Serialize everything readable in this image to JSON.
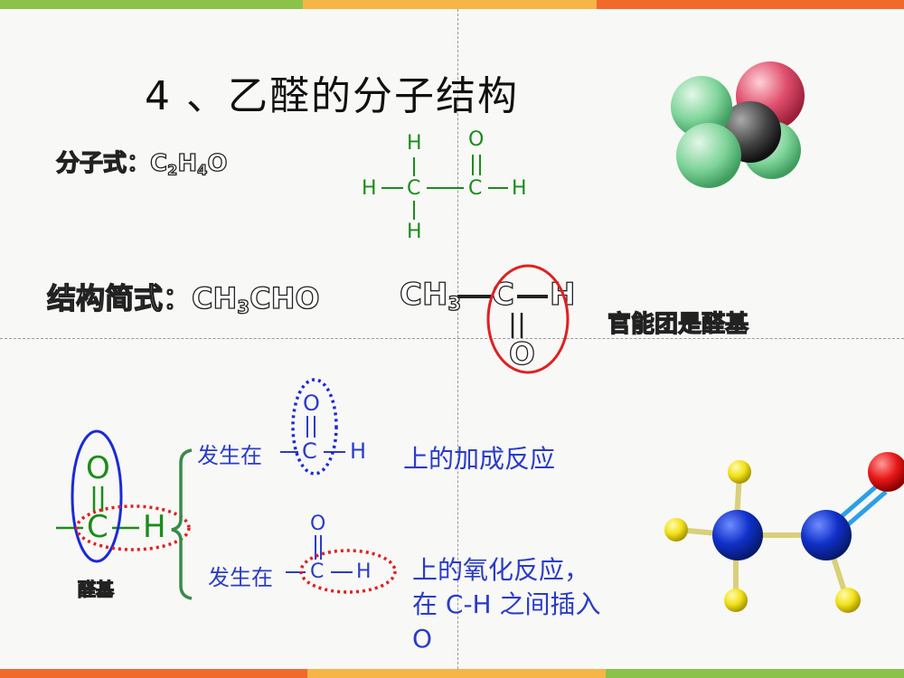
{
  "title": "4 、乙醛的分子结构",
  "molecular_formula": {
    "label": "分子式：",
    "parts": [
      "C",
      "2",
      "H",
      "4",
      "O"
    ]
  },
  "structural_formula": {
    "h_top": "H",
    "o_top": "O",
    "h_left": "H",
    "c1": "C",
    "c2": "C",
    "h_right": "H",
    "h_bottom": "H"
  },
  "condensed": {
    "label": "结构简式：",
    "formula_parts": [
      "CH",
      "3",
      "CHO"
    ],
    "display_parts": [
      "CH",
      "3",
      "C",
      "H",
      "O"
    ]
  },
  "functional_group_note": "官能团是醛基",
  "aldehyde_group": {
    "o": "O",
    "c": "C",
    "h": "H",
    "name": "醛基"
  },
  "reaction_add": {
    "prefix": "发生在",
    "o": "O",
    "c": "C",
    "h": "H",
    "text": "上的加成反应"
  },
  "reaction_ox": {
    "prefix": "发生在",
    "o": "O",
    "c": "C",
    "h": "H",
    "text_lines": [
      "上的氧化反应，",
      "在 C-H 之间插入",
      "O"
    ]
  },
  "colors": {
    "bar_segments": [
      "#8bc34a",
      "#f5b942",
      "#f26b2b"
    ],
    "green": "#1b8c1b",
    "blue": "#2a3cc8",
    "red_outline": "#e02020",
    "dotted_red": "#e02020",
    "dotted_blue": "#1a2ad8"
  },
  "icons": [
    "space-filling-model-icon",
    "ball-and-stick-model-icon"
  ]
}
